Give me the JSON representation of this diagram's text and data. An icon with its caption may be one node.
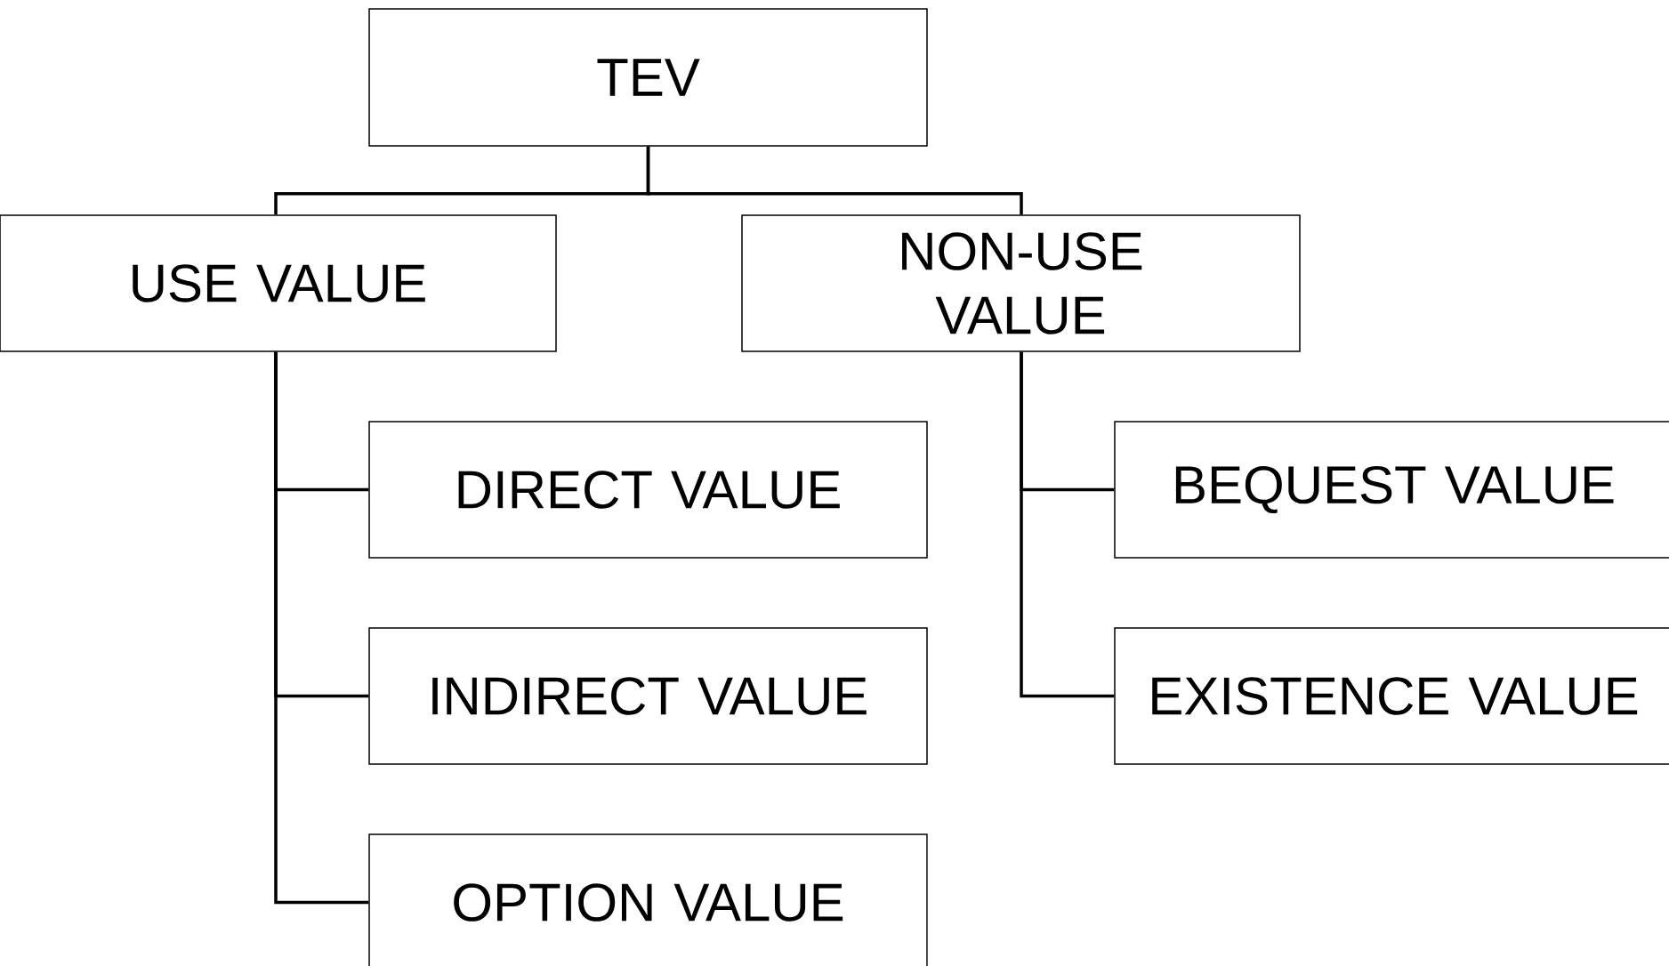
{
  "diagram": {
    "nodes": [
      {
        "text": [
          "TEV"
        ]
      },
      {
        "text": [
          "USE VALUE"
        ]
      },
      {
        "text": [
          "NON-USE VALUE"
        ]
      },
      {
        "text": [
          "DIRECT VALUE"
        ]
      },
      {
        "text": [
          "INDIRECT VALUE"
        ]
      },
      {
        "text": [
          "OPTION VALUE"
        ]
      },
      {
        "text": [
          "BEQUEST VALUE"
        ]
      },
      {
        "text": [
          "EXISTENCE VALUE"
        ]
      }
    ],
    "edges": [
      {
        "from": 0,
        "to": 1,
        "arrow": "none"
      },
      {
        "from": 0,
        "to": 2,
        "arrow": "none"
      },
      {
        "from": 1,
        "to": 3,
        "arrow": "none"
      },
      {
        "from": 1,
        "to": 4,
        "arrow": "none"
      },
      {
        "from": 1,
        "to": 5,
        "arrow": "none"
      },
      {
        "from": 2,
        "to": 6,
        "arrow": "none"
      },
      {
        "from": 2,
        "to": 7,
        "arrow": "none"
      }
    ]
  }
}
